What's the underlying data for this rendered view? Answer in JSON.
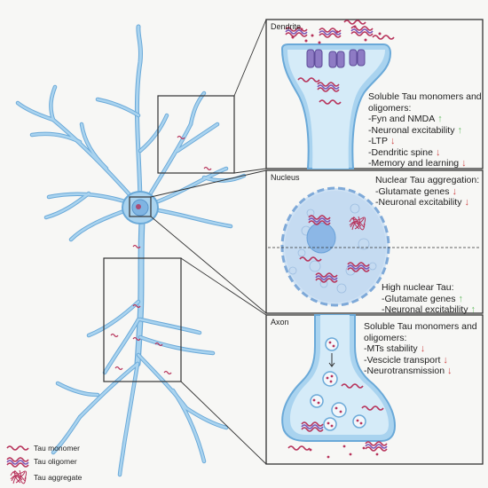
{
  "panels": {
    "dendrite": {
      "title": "Dendrite",
      "heading_1": "Soluble Tau monomers and",
      "heading_2": "oligomers:",
      "items": [
        {
          "text": "-Fyn and NMDA",
          "arrow": "up"
        },
        {
          "text": "-Neuronal excitability",
          "arrow": "up"
        },
        {
          "text": "-LTP",
          "arrow": "down"
        },
        {
          "text": "-Dendritic spine",
          "arrow": "down"
        },
        {
          "text": "-Memory and learning",
          "arrow": "down"
        }
      ]
    },
    "nucleus": {
      "title": "Nucleus",
      "top_heading": "Nuclear Tau aggregation:",
      "top_items": [
        {
          "text": "-Glutamate genes",
          "arrow": "down"
        },
        {
          "text": "-Neuronal excitability",
          "arrow": "down"
        }
      ],
      "bottom_heading": "High nuclear Tau:",
      "bottom_items": [
        {
          "text": "-Glutamate genes",
          "arrow": "up"
        },
        {
          "text": "-Neuronal excitability",
          "arrow": "up"
        }
      ]
    },
    "axon": {
      "title": "Axon",
      "heading_1": "Soluble Tau monomers and",
      "heading_2": "oligomers:",
      "items": [
        {
          "text": "-MTs stability",
          "arrow": "down"
        },
        {
          "text": "-Vescicle transport",
          "arrow": "down"
        },
        {
          "text": "-Neurotransmission",
          "arrow": "down"
        }
      ]
    }
  },
  "legend": {
    "monomer": "Tau monomer",
    "oligomer": "Tau oligomer",
    "aggregate": "Tau aggregate"
  },
  "arrow_glyphs": {
    "up": "🡅",
    "down": "🡇"
  },
  "colors": {
    "neuron_fill": "#a9d3ef",
    "neuron_stroke": "#6aa9d8",
    "tau": "#b7325a",
    "oligomer": "#7a52b3",
    "arrow_up": "#6cbf6a",
    "arrow_down": "#cf4a4a",
    "panel_border": "#333333"
  }
}
